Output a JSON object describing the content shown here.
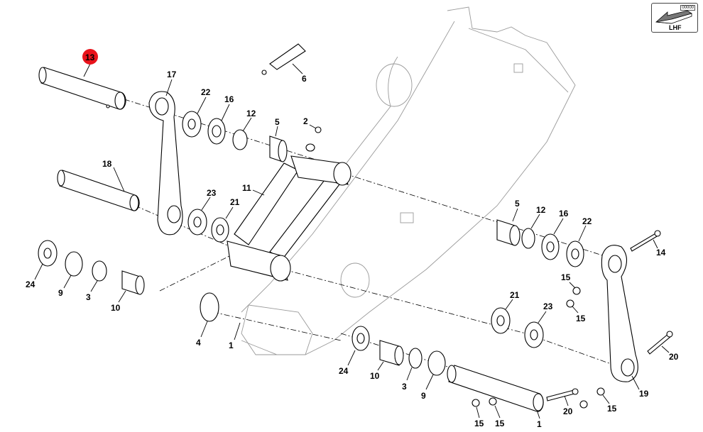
{
  "diagram": {
    "highlight_color": "#e8131b",
    "selected_callout": "13",
    "orientation_badge": {
      "label": "LHF",
      "code": "00000"
    },
    "callouts": {
      "c13": "13",
      "c17": "17",
      "c22a": "22",
      "c16a": "16",
      "c12a": "12",
      "c6": "6",
      "c2": "2",
      "c5a": "5",
      "c18": "18",
      "c11": "11",
      "c23a": "23",
      "c21a": "21",
      "c24a": "24",
      "c9a": "9",
      "c3a": "3",
      "c10a": "10",
      "c4": "4",
      "c1a": "1",
      "c5b": "5",
      "c12b": "12",
      "c16b": "16",
      "c22b": "22",
      "c14": "14",
      "c15a": "15",
      "c15b": "15",
      "c21b": "21",
      "c23b": "23",
      "c20a": "20",
      "c24b": "24",
      "c10b": "10",
      "c3b": "3",
      "c9b": "9",
      "c19": "19",
      "c15c": "15",
      "c20b": "20",
      "c15d": "15",
      "c15e": "15",
      "c1b": "1"
    }
  }
}
